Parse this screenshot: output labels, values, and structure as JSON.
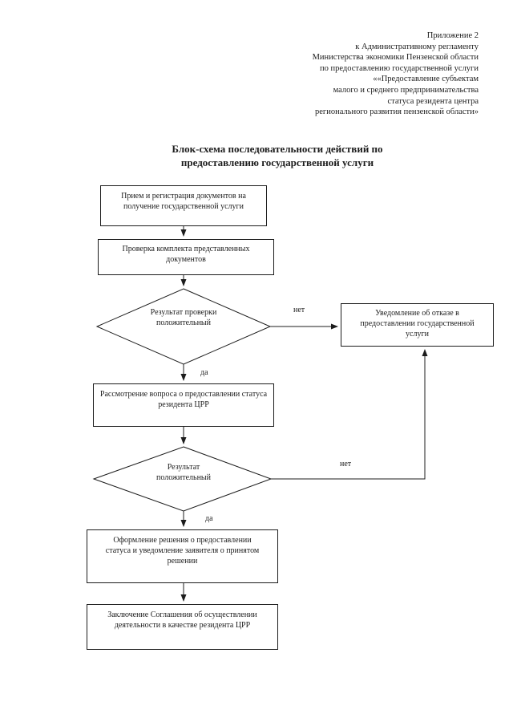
{
  "document": {
    "header": {
      "lines": [
        "Приложение 2",
        "к Административному регламенту",
        "Министерства экономики Пензенской области",
        "по предоставлению государственной услуги",
        "««Предоставление субъектам",
        "малого и среднего предпринимательства",
        "статуса резидента центра",
        "регионального развития пензенской области»"
      ]
    },
    "title": {
      "lines": [
        "Блок-схема последовательности действий по",
        "предоставлению государственной услуги"
      ]
    }
  },
  "flowchart": {
    "steps": [
      {
        "id": "receive",
        "label": "Прием и регистрация документов на получение государственной услуги"
      },
      {
        "id": "check",
        "label": "Проверка комплекта представленных документов"
      },
      {
        "id": "consider",
        "label": "Рассмотрение вопроса о предоставлении статуса резидента ЦРР"
      },
      {
        "id": "formalize",
        "label": "Оформление решения о предоставлении статуса и уведомление заявителя о принятом решении"
      },
      {
        "id": "agreement",
        "label": "Заключение Соглашения об осуществлении деятельности в качестве резидента ЦРР"
      },
      {
        "id": "refusal",
        "label": "Уведомление об отказе в предоставлении государственной услуги"
      }
    ],
    "decisions": [
      {
        "id": "check-result",
        "label": "Результат проверки положительный"
      },
      {
        "id": "final-result",
        "label": "Результат положительный"
      }
    ],
    "edge_labels": {
      "yes": "да",
      "no": "нет"
    },
    "colors": {
      "line": "#1c1c1c",
      "text": "#1c1c1c",
      "background": "#ffffff"
    }
  }
}
